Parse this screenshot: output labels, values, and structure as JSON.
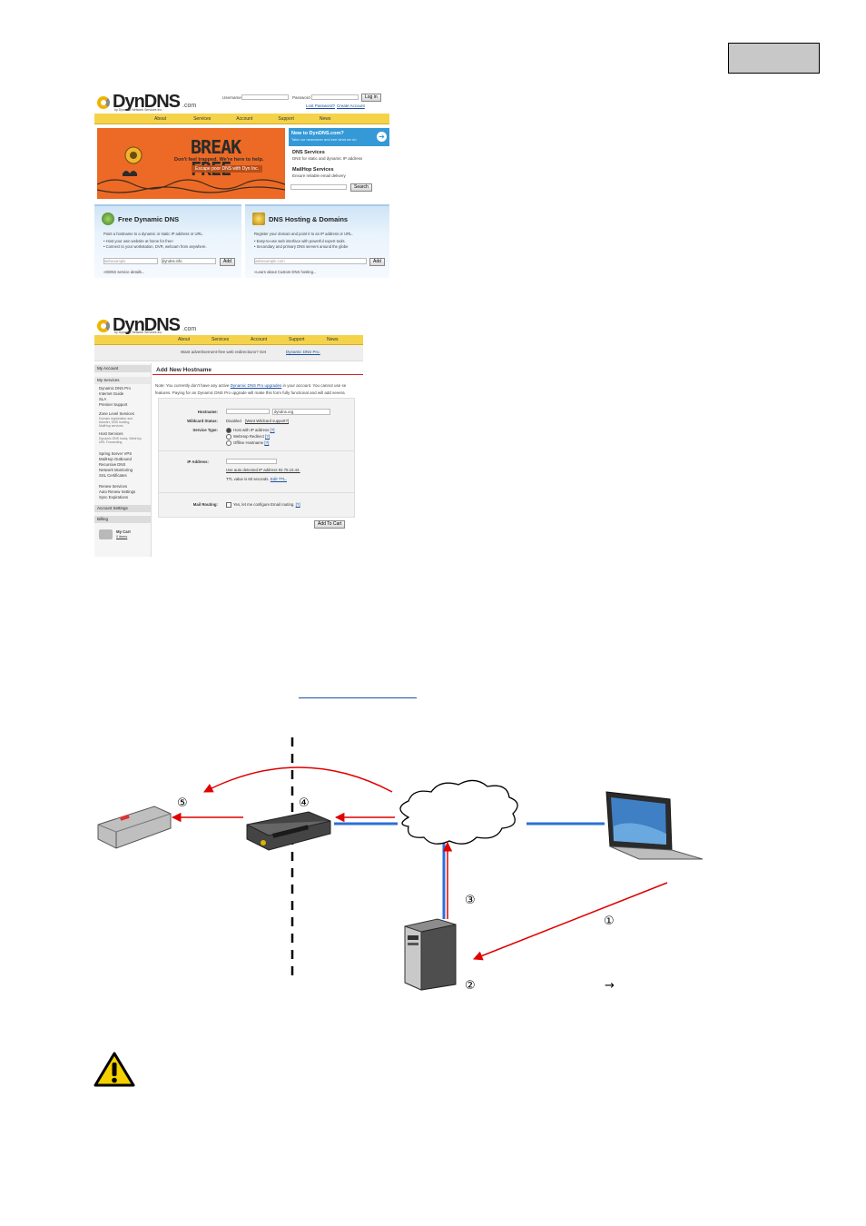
{
  "header_box": {
    "label": ""
  },
  "dyndns_home": {
    "logo": "DynDNS",
    "logo_suffix": ".com",
    "logo_tagline": "by Dynamic Network Services Inc.",
    "username_label": "Username",
    "password_label": "Password",
    "login_button": "Log in",
    "lost_password": "Lost Password?",
    "create_account": "Create Account",
    "nav": [
      "About",
      "Services",
      "Account",
      "Support",
      "News"
    ],
    "banner_title": "BREAK FREE",
    "banner_sub": "Don't feel trapped. We're here to help.",
    "banner_button": "Escape poor DNS with Dyn Inc.",
    "new_title": "New to DynDNS.com?",
    "new_sub": "Take our newcomer and see what we do",
    "dns_services_title": "DNS Services",
    "dns_services_text": "DNS for static and dynamic IP address",
    "mailhop_title": "MailHop Services",
    "mailhop_text": "Ensure reliable email delivery",
    "search_button": "Search",
    "panel_free": {
      "title": "Free Dynamic DNS",
      "lines": [
        "Point a hostname to a dynamic or static IP address or URL.",
        "• Host your own website at home for free!",
        "• Connect to your workstation, DVR, webcam from anywhere."
      ],
      "input_placeholder": "webexample",
      "domain_value": "dyndns.info",
      "add_button": "Add",
      "footer": "»DDNS service details..."
    },
    "panel_hosting": {
      "title": "DNS Hosting & Domains",
      "lines": [
        "Register your domain and point it to an IP address or URL.",
        "• Easy-to-use web interface with powerful expert tools.",
        "• Secondary and primary DNS servers around the globe"
      ],
      "input_placeholder": "webexample.com",
      "add_button": "Add",
      "footer": "»Learn about Custom DNS hosting..."
    }
  },
  "dyndns_add": {
    "logo": "DynDNS",
    "logo_suffix": ".com",
    "logo_tagline": "by Dynamic Network Services Inc.",
    "nav": [
      "About",
      "Services",
      "Account",
      "Support",
      "News"
    ],
    "ad_text": "Want advertisement-free web redirections? Get",
    "ad_link": "Dynamic DNS Pro.",
    "sidebar": {
      "my_account": "My Account",
      "my_services": "My Services",
      "items": [
        "Dynamic DNS Pro",
        "Internet Guide",
        "SLA",
        "Premier Support"
      ],
      "zone_title": "Zone Level Services",
      "zone_desc": [
        "Domain registration and",
        "transfer, DNS hosting,",
        "MailHop services"
      ],
      "host_title": "Host Services",
      "host_desc": [
        "Dynamic DNS hosts, WebHop",
        "URL Forwarding"
      ],
      "items2": [
        "Spring Server VPS",
        "MailHop Outbound",
        "Recursive DNS",
        "Network Monitoring",
        "SSL Certificates"
      ],
      "items3": [
        "Renew Services",
        "Auto Renew Settings",
        "Sync Expirations"
      ],
      "account_settings": "Account Settings",
      "billing": "Billing",
      "my_cart": "My Cart",
      "cart_items": "0 items"
    },
    "title": "Add New Hostname",
    "note": "Note: You currently don't have any active",
    "note_link": "Dynamic DNS Pro upgrades",
    "note_rest": "in your account. You cannot use se",
    "note2": "features. Paying for an Dynamic DNS Pro upgrade will make this form fully functional and will add severa",
    "hostname_label": "Hostname:",
    "hostname_domain": "dyndns.org",
    "wildcard_label": "Wildcard Status:",
    "wildcard_value": "Disabled",
    "wildcard_link": "[Want Wildcard support?]",
    "service_label": "Service Type:",
    "service_options": [
      "Host with IP address",
      "WebHop Redirect",
      "Offline Hostname"
    ],
    "help": "[?]",
    "ip_label": "IP Address:",
    "ip_link": "Use auto detected IP address 92.75.16.44.",
    "ttl_text": "TTL value is 60 seconds.",
    "ttl_link": "Edit TTL.",
    "mail_label": "Mail Routing:",
    "mail_text": "Yes, let me configure Email routing.",
    "add_button": "Add To Cart"
  },
  "diagram": {
    "labels": [
      "⑤",
      "④",
      "③",
      "①",
      "②"
    ],
    "arrow_symbol": "→"
  }
}
